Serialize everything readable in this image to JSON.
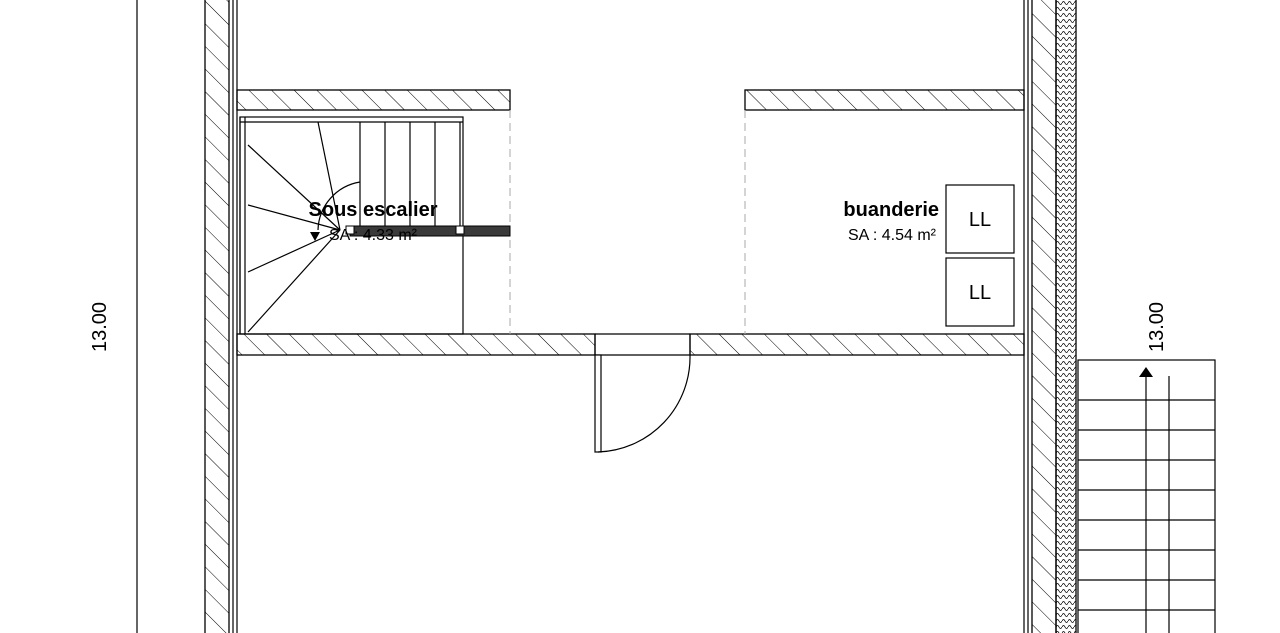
{
  "rooms": {
    "sous_escalier": {
      "name": "Sous escalier",
      "area": "SA : 4.33 m²"
    },
    "buanderie": {
      "name": "buanderie",
      "area": "SA : 4.54 m²"
    }
  },
  "appliances": [
    {
      "label": "LL"
    },
    {
      "label": "LL"
    }
  ],
  "dimensions": {
    "left": "13.00",
    "right": "13.00"
  }
}
